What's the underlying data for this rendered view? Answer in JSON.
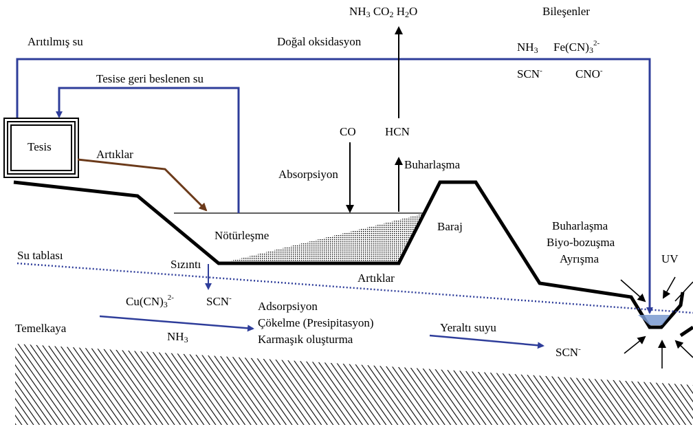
{
  "labels": {
    "top_gases": [
      "NH",
      "3",
      "CO",
      "2",
      "H",
      "2",
      "O"
    ],
    "compounds_title": "Bileşenler",
    "treated_water": "Arıtılmış su",
    "natural_oxidation": "Doğal oksidasyon",
    "compounds": {
      "nh3": [
        "NH",
        "3"
      ],
      "fecn": [
        "Fe(CN)",
        "3",
        "2-"
      ],
      "scn": [
        "SCN",
        "-"
      ],
      "cno": [
        "CNO",
        "-"
      ]
    },
    "recycled_water": "Tesise geri beslenen su",
    "plant": "Tesis",
    "tailings_in": "Artıklar",
    "co": "CO",
    "hcn": "HCN",
    "absorption": "Absorpsiyon",
    "evaporation": "Buharlaşma",
    "neutralization": "Nötürleşme",
    "dam": "Baraj",
    "stream_processes": [
      "Buharlaşma",
      "Biyo-bozuşma",
      "Ayrışma"
    ],
    "uv": "UV",
    "water_table": "Su tablası",
    "seepage": "Sızıntı",
    "tailings_bottom": "Artıklar",
    "cucn": [
      "Cu(CN)",
      "3",
      "2-"
    ],
    "scn_pond": [
      "SCN",
      "-"
    ],
    "bedrock": "Temelkaya",
    "nh3_ground": [
      "NH",
      "3"
    ],
    "attenuation": [
      "Adsorpsiyon",
      "Çökelme (Presipitasyon)",
      "Karmaşık oluşturma"
    ],
    "groundwater": "Yeraltı suyu",
    "scn_stream": [
      "SCN",
      "-"
    ]
  },
  "colors": {
    "water_line": "#2e3d9a",
    "tailings_arrow": "#6b3a1a",
    "ground": "#000000",
    "stream_water": "#7a9ad0"
  }
}
